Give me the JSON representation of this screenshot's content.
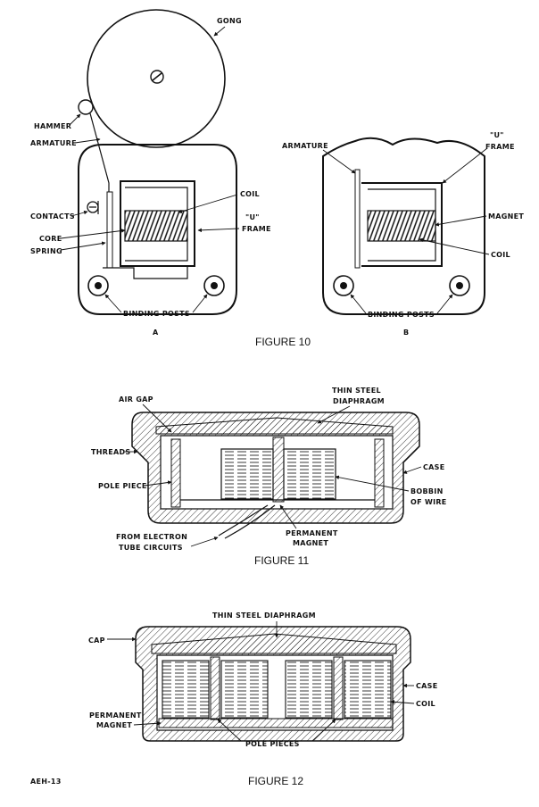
{
  "figure10": {
    "caption": "FIGURE 10",
    "panel_a": {
      "label": "A",
      "labels": {
        "gong": "GONG",
        "hammer": "HAMMER",
        "armature": "ARMATURE",
        "coil": "COIL",
        "contacts": "CONTACTS",
        "core": "CORE",
        "spring": "SPRING",
        "u_frame_1": "\"U\"",
        "u_frame_2": "FRAME",
        "binding_posts": "BINDING POSTS"
      }
    },
    "panel_b": {
      "label": "B",
      "labels": {
        "armature": "ARMATURE",
        "u_frame_1": "\"U\"",
        "u_frame_2": "FRAME",
        "magnet": "MAGNET",
        "coil": "COIL",
        "binding_posts": "BINDING POSTS"
      }
    }
  },
  "figure11": {
    "caption": "FIGURE 11",
    "labels": {
      "air_gap": "AIR GAP",
      "diaphragm_1": "THIN STEEL",
      "diaphragm_2": "DIAPHRAGM",
      "threads": "THREADS",
      "case": "CASE",
      "pole_piece": "POLE PIECE",
      "bobbin_1": "BOBBIN",
      "bobbin_2": "OF WIRE",
      "from_1": "FROM ELECTRON",
      "from_2": "TUBE CIRCUITS",
      "magnet_1": "PERMANENT",
      "magnet_2": "MAGNET"
    }
  },
  "figure12": {
    "caption": "FIGURE 12",
    "labels": {
      "diaphragm": "THIN STEEL DIAPHRAGM",
      "cap": "CAP",
      "case": "CASE",
      "coil": "COIL",
      "magnet_1": "PERMANENT",
      "magnet_2": "MAGNET",
      "pole_pieces": "POLE PIECES"
    }
  },
  "footer": {
    "code": "AEH-13"
  }
}
